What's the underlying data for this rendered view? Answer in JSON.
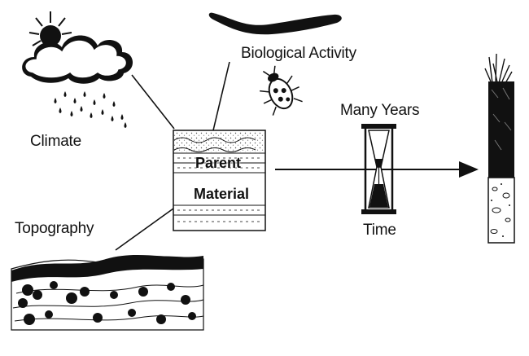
{
  "diagram": {
    "labels": {
      "climate": "Climate",
      "biological_activity": "Biological Activity",
      "topography": "Topography",
      "many_years": "Many Years",
      "time": "Time",
      "parent_material_line1": "Parent",
      "parent_material_line2": "Material"
    },
    "icons": {
      "climate": "sun-cloud-rain-icon",
      "biological_activity": "earthworm-and-beetle-icon",
      "topography": "landscape-icon",
      "time": "hourglass-icon",
      "parent_material": "layered-block-icon",
      "result": "soil-profile-column-icon"
    },
    "colors": {
      "ink": "#111111",
      "background": "#ffffff"
    }
  }
}
